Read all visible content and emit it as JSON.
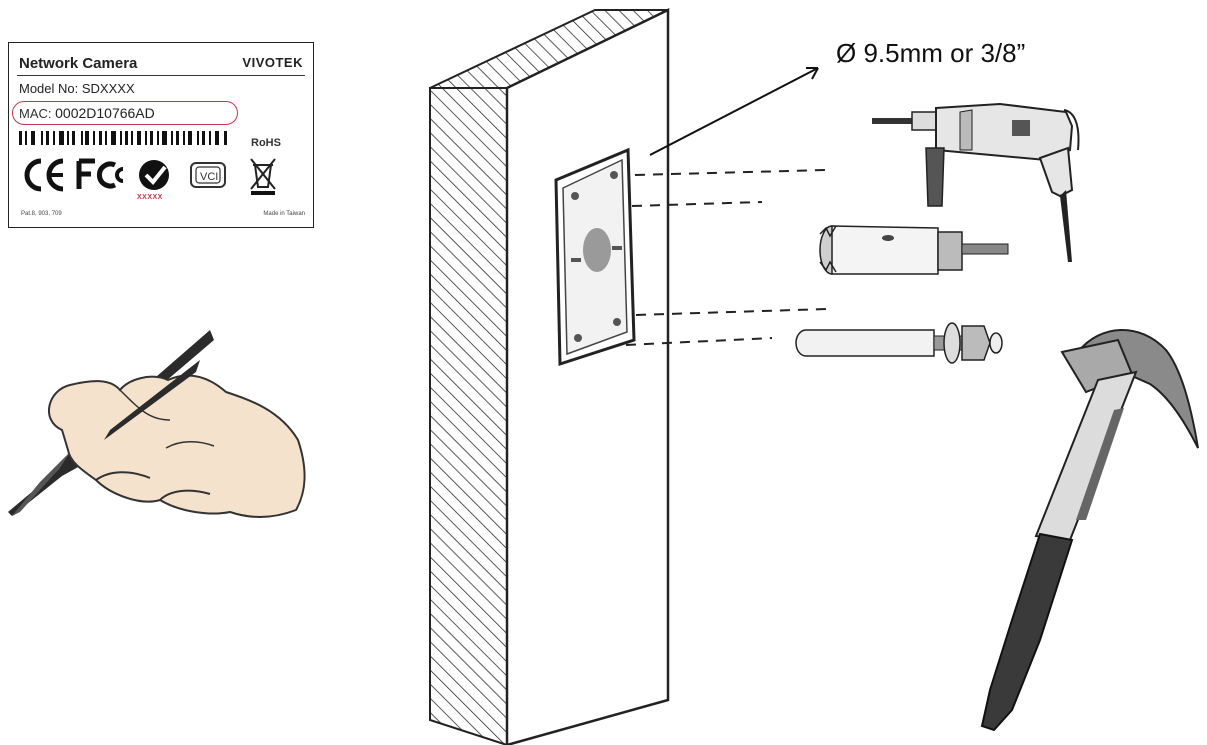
{
  "label": {
    "title": "Network Camera",
    "brand": "VIVOTEK",
    "model_prefix": "Model No:",
    "model_value": "SDXXXX",
    "mac_prefix": "MAC:",
    "mac_value": "0002D10766AD",
    "rohs": "RoHS",
    "cert_mark_code": "XXXXX",
    "patent": "Pat.8, 903, 709",
    "made_in": "Made in Taiwan"
  },
  "callout": {
    "hole_diameter": "Ø 9.5mm or 3/8”"
  },
  "icons": [
    "hand-with-pen-icon",
    "wall-icon",
    "mounting-plate-icon",
    "hammer-drill-icon",
    "hole-saw-icon",
    "anchor-bolt-icon",
    "hammer-icon",
    "ce-mark-icon",
    "fcc-mark-icon",
    "weee-bin-icon"
  ],
  "colors": {
    "mac_highlight": "#c0394a",
    "skin": "#f5e2cc",
    "pen": "#2b2b2b"
  }
}
